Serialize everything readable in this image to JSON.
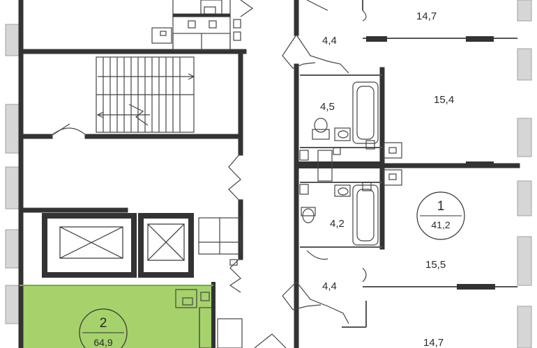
{
  "colors": {
    "wall": "#333333",
    "partition": "#555555",
    "thin_line": "#444444",
    "highlight_fill": "#a6d26b",
    "highlight_stroke": "#7aa745",
    "window": "#c8c8c8"
  },
  "apartments": [
    {
      "number": "1",
      "area": "41,2"
    },
    {
      "number": "2",
      "area": "64,9"
    }
  ],
  "rooms": [
    {
      "id": "room-a",
      "area": "14,7"
    },
    {
      "id": "room-b",
      "area": "4,4"
    },
    {
      "id": "room-c",
      "area": "4,5"
    },
    {
      "id": "room-d",
      "area": "15,4"
    },
    {
      "id": "room-e",
      "area": "4,2"
    },
    {
      "id": "room-f",
      "area": "15,5"
    },
    {
      "id": "room-g",
      "area": "4,4"
    },
    {
      "id": "room-h",
      "area": "14,7"
    }
  ]
}
